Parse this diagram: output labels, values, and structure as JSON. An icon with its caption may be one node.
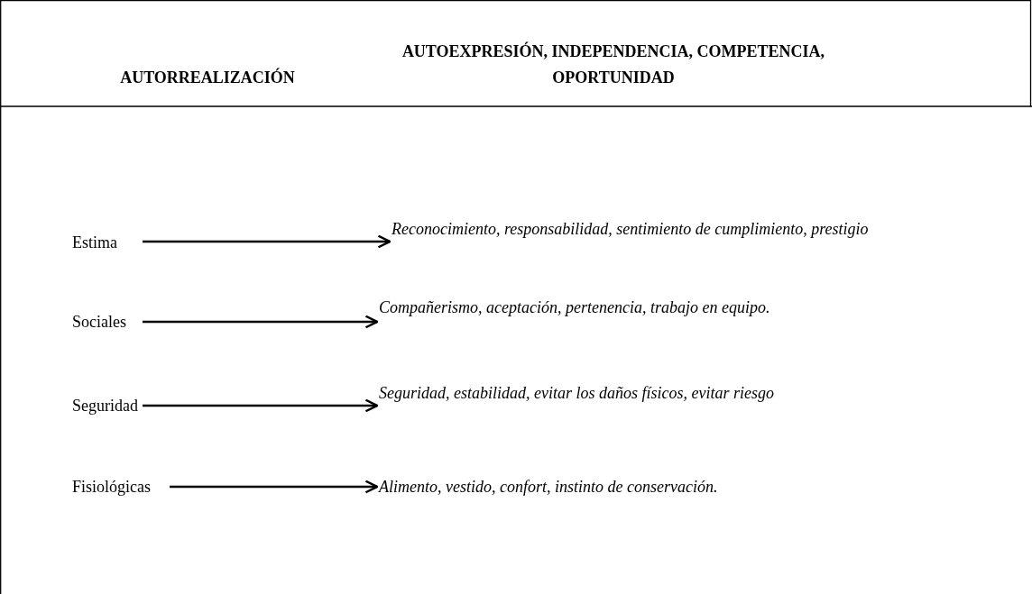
{
  "diagram": {
    "nodes": [
      {
        "text": [
          "Estima"
        ]
      },
      {
        "text": [
          "Reconocimiento, responsabilidad, sentimiento de cumplimiento, prestigio"
        ]
      },
      {
        "text": [
          "Sociales"
        ]
      },
      {
        "text": [
          "Compañerismo, aceptación, pertenencia, trabajo en equipo."
        ]
      },
      {
        "text": [
          "Seguridad"
        ]
      },
      {
        "text": [
          "Seguridad, estabilidad, evitar los daños físicos, evitar riesgo"
        ]
      },
      {
        "text": [
          "Fisiológicas"
        ]
      },
      {
        "text": [
          "Alimento, vestido, confort, instinto de conservación."
        ]
      }
    ],
    "edges": [
      {
        "from": 0,
        "to": 1,
        "arrow": "to"
      },
      {
        "from": 2,
        "to": 3,
        "arrow": "to"
      },
      {
        "from": 4,
        "to": 5,
        "arrow": "to"
      },
      {
        "from": 6,
        "to": 7,
        "arrow": "to"
      }
    ],
    "labels": [
      "AUTORREALIZACIÓN",
      "AUTOEXPRESIÓN, INDEPENDENCIA, COMPETENCIA, OPORTUNIDAD"
    ]
  }
}
